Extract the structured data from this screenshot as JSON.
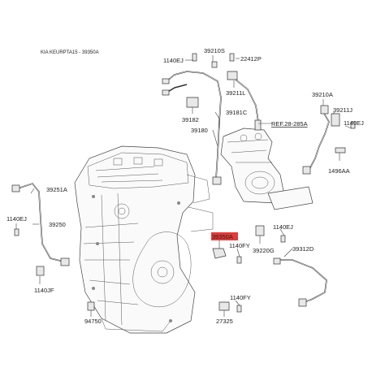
{
  "header": "KIA KEURPTA15 - 39350A",
  "labels": {
    "l_1140ej_top": "1140EJ",
    "l_39210s": "39210S",
    "l_22412p": "22412P",
    "l_39211l": "39211L",
    "l_39182": "39182",
    "l_39181c": "39181C",
    "l_39180": "39180",
    "l_ref": "REF.28-285A",
    "l_39210a": "39210A",
    "l_39211j": "39211J",
    "l_1140ej_right": "1140EJ",
    "l_1496aa": "1496AA",
    "l_39251a": "39251A",
    "l_1140ej_left": "1140EJ",
    "l_39250": "39250",
    "l_1140jf": "1140JF",
    "l_39350a": "39350A",
    "l_1140fy_mid": "1140FY",
    "l_1140ej_mid": "1140EJ",
    "l_39220g": "39220G",
    "l_39312d": "39312D",
    "l_94750": "94750",
    "l_1140fy_bot": "1140FY",
    "l_27325": "27325"
  },
  "highlight_color": "#e23a3a"
}
